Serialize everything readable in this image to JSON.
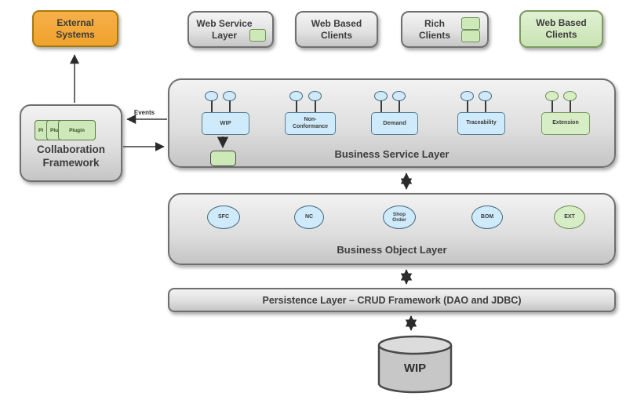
{
  "diagram": {
    "external_systems": {
      "label": "External Systems"
    },
    "top_row": [
      {
        "label": "Web Service Layer",
        "variant": "gray",
        "green_squares": 1
      },
      {
        "label": "Web Based Clients",
        "variant": "gray",
        "green_squares": 0
      },
      {
        "label": "Rich Clients",
        "variant": "gray",
        "green_squares": 2
      },
      {
        "label": "Web Based Clients",
        "variant": "green",
        "green_squares": 0
      }
    ],
    "collaboration_framework": {
      "label": "Collaboration Framework",
      "plugins": [
        "Pl",
        "Plu",
        "Plugin"
      ]
    },
    "events_arrow_label": "Events",
    "business_service_layer": {
      "label": "Business Service Layer",
      "components": [
        {
          "label": "WIP",
          "variant": "blue"
        },
        {
          "label": "Non-Conformance",
          "variant": "blue"
        },
        {
          "label": "Demand",
          "variant": "blue"
        },
        {
          "label": "Traceability",
          "variant": "blue"
        },
        {
          "label": "Extension",
          "variant": "green"
        }
      ]
    },
    "business_object_layer": {
      "label": "Business Object Layer",
      "objects": [
        {
          "label": "SFC",
          "variant": "blue"
        },
        {
          "label": "NC",
          "variant": "blue"
        },
        {
          "label": "Shop Order",
          "variant": "blue"
        },
        {
          "label": "BOM",
          "variant": "blue"
        },
        {
          "label": "EXT",
          "variant": "green"
        }
      ]
    },
    "persistence_layer": {
      "label": "Persistence Layer – CRUD Framework (DAO and JDBC)"
    },
    "database": {
      "label": "WIP"
    }
  },
  "colors": {
    "orange_fill": "#EFA22C",
    "orange_border": "#A97908",
    "gray_border": "#6F6F6F",
    "blue_fill": "#CFEAFA",
    "blue_border": "#557E92",
    "green_fill": "#D7EDC6",
    "green_border": "#7A9A5E",
    "text": "#3C3C3C"
  }
}
